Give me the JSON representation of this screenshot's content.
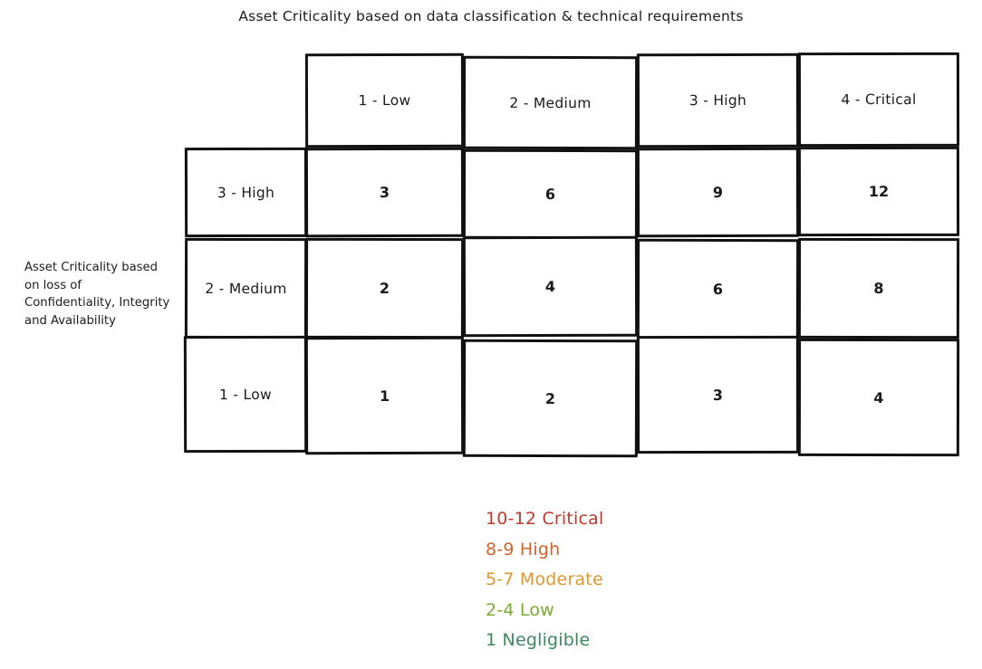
{
  "title": "Asset Criticality based on data classification & technical requirements",
  "axes": {
    "y_caption": "Asset Criticality based on loss of Confidentiality, Integrity and Availability",
    "x_headers": [
      "1 - Low",
      "2 - Medium",
      "3 - High",
      "4 - Critical"
    ],
    "y_labels": [
      "3 - High",
      "2 - Medium",
      "1 - Low"
    ]
  },
  "legend": [
    {
      "range": "10-12",
      "label": "Critical",
      "text": "10-12 Critical",
      "color": "#c0392b"
    },
    {
      "range": "8-9",
      "label": "High",
      "text": "8-9 High",
      "color": "#d4622a"
    },
    {
      "range": "5-7",
      "label": "Moderate",
      "text": "5-7 Moderate",
      "color": "#e0962f"
    },
    {
      "range": "2-4",
      "label": "Low",
      "text": "2-4 Low",
      "color": "#7cab32"
    },
    {
      "range": "1",
      "label": "Negligible",
      "text": "1 Negligible",
      "color": "#3a8a5f"
    }
  ],
  "chart_data": {
    "type": "heatmap",
    "title": "Asset Criticality based on data classification & technical requirements",
    "xlabel": "Asset Criticality based on data classification & technical requirements",
    "ylabel": "Asset Criticality based on loss of Confidentiality, Integrity and Availability",
    "x_categories": [
      "1 - Low",
      "2 - Medium",
      "3 - High",
      "4 - Critical"
    ],
    "y_categories": [
      "3 - High",
      "2 - Medium",
      "1 - Low"
    ],
    "grid": true,
    "legend_position": "bottom-center",
    "cell_colors": "none (all cells white / uncoloured)",
    "rows": [
      {
        "label": "3 - High",
        "values": [
          3,
          6,
          9,
          12
        ]
      },
      {
        "label": "2 - Medium",
        "values": [
          2,
          4,
          6,
          8
        ]
      },
      {
        "label": "1 - Low",
        "values": [
          1,
          2,
          3,
          4
        ]
      }
    ],
    "values": [
      [
        3,
        6,
        9,
        12
      ],
      [
        2,
        4,
        6,
        8
      ],
      [
        1,
        2,
        3,
        4
      ]
    ],
    "value_range": [
      1,
      12
    ],
    "bands": [
      {
        "range": "10-12",
        "label": "Critical",
        "color": "#c0392b"
      },
      {
        "range": "8-9",
        "label": "High",
        "color": "#d4622a"
      },
      {
        "range": "5-7",
        "label": "Moderate",
        "color": "#e0962f"
      },
      {
        "range": "2-4",
        "label": "Low",
        "color": "#7cab32"
      },
      {
        "range": "1",
        "label": "Negligible",
        "color": "#3a8a5f"
      }
    ]
  }
}
